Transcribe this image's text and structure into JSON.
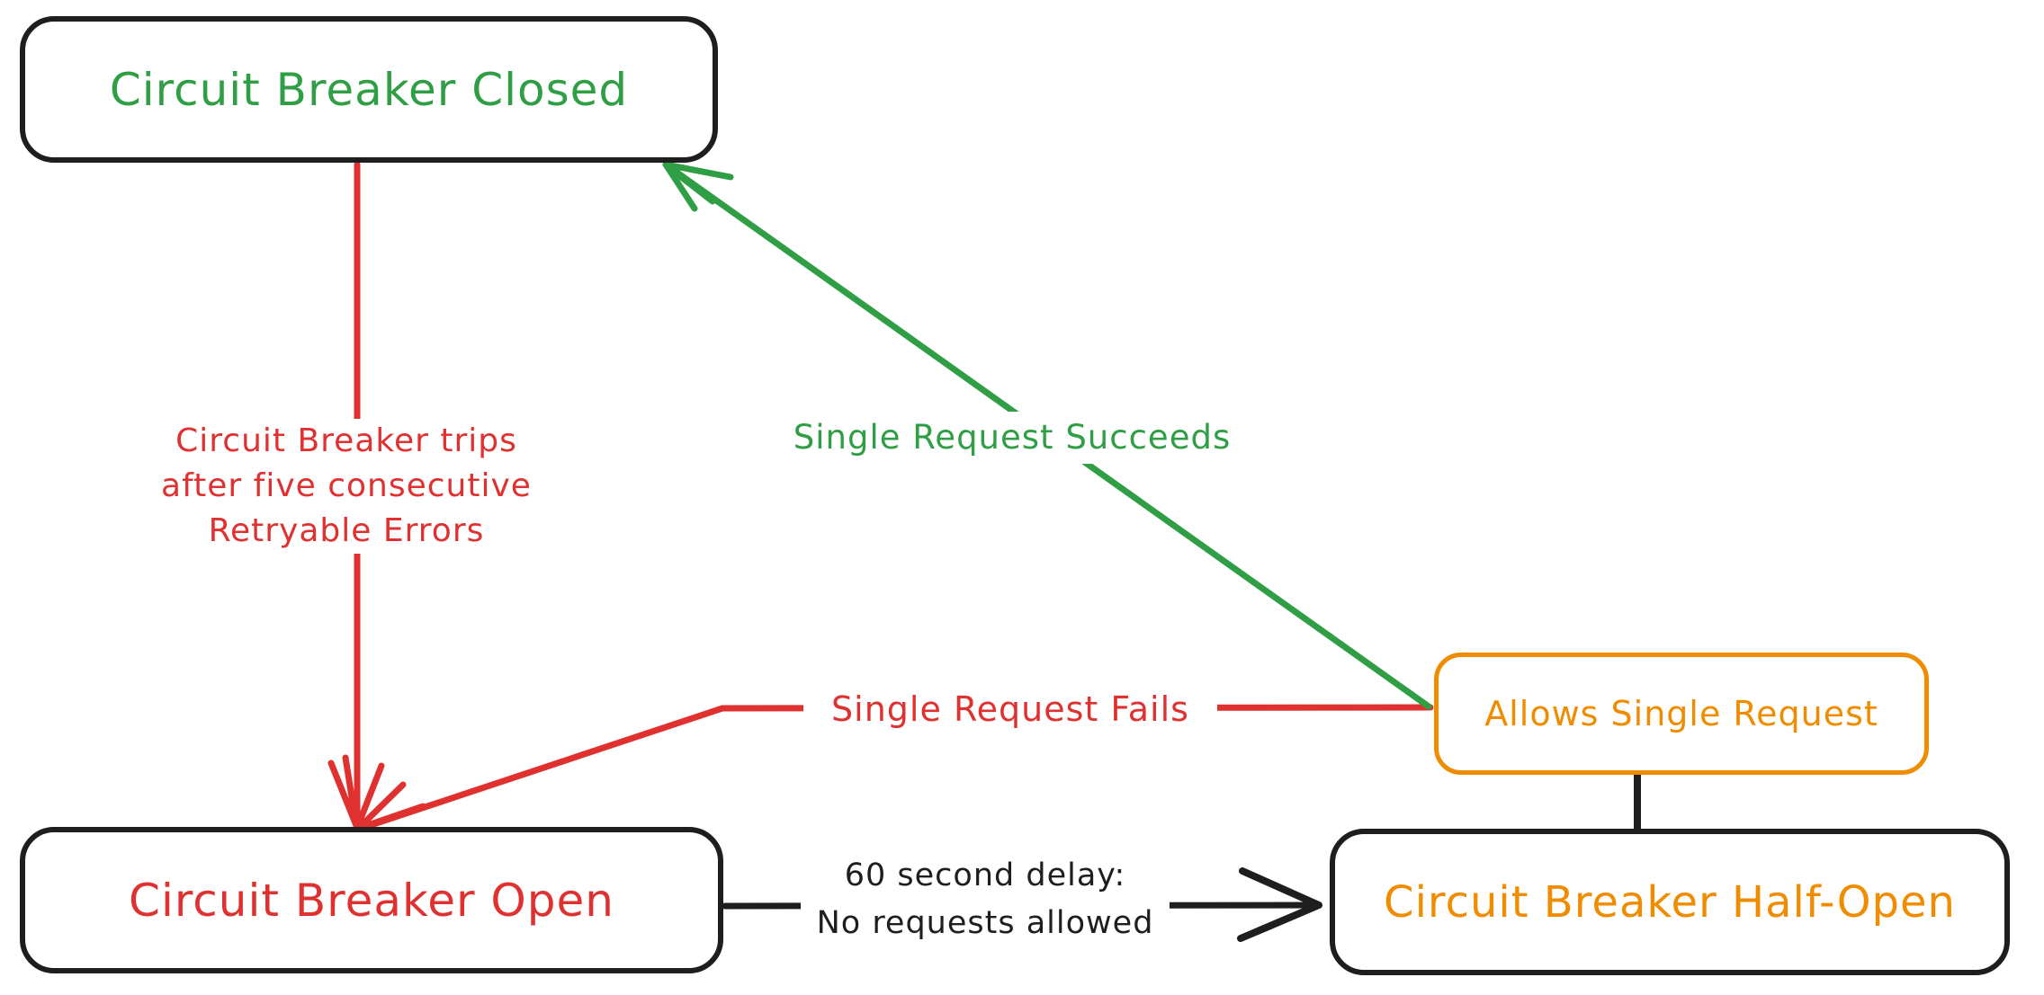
{
  "palette": {
    "black": "#1e1e1e",
    "red": "#e03131",
    "green": "#2f9e44",
    "orange": "#f08c00",
    "background": "#ffffff"
  },
  "nodes": {
    "closed": {
      "label": "Circuit Breaker Closed",
      "text_color": "#2f9e44",
      "border_color": "#1e1e1e"
    },
    "open": {
      "label": "Circuit Breaker Open",
      "text_color": "#e03131",
      "border_color": "#1e1e1e"
    },
    "half_open": {
      "label": "Circuit Breaker Half-Open",
      "text_color": "#f08c00",
      "border_color": "#1e1e1e"
    },
    "allows_single_request": {
      "label": "Allows Single Request",
      "text_color": "#f08c00",
      "border_color": "#f08c00"
    }
  },
  "edges": {
    "trips": {
      "from": "closed",
      "to": "open",
      "color": "#e03131",
      "lines": [
        "Circuit Breaker trips",
        "after five consecutive",
        "Retryable Errors"
      ]
    },
    "succeeds": {
      "from": "allows_single_request",
      "to": "closed",
      "color": "#2f9e44",
      "label": "Single Request Succeeds"
    },
    "fails": {
      "from": "allows_single_request",
      "to": "open",
      "color": "#e03131",
      "label": "Single Request Fails"
    },
    "delay": {
      "from": "open",
      "to": "half_open",
      "color": "#1e1e1e",
      "lines": [
        "60 second delay:",
        "No requests allowed"
      ]
    },
    "allows_link": {
      "from": "half_open",
      "to": "allows_single_request",
      "color": "#1e1e1e",
      "label": ""
    }
  }
}
